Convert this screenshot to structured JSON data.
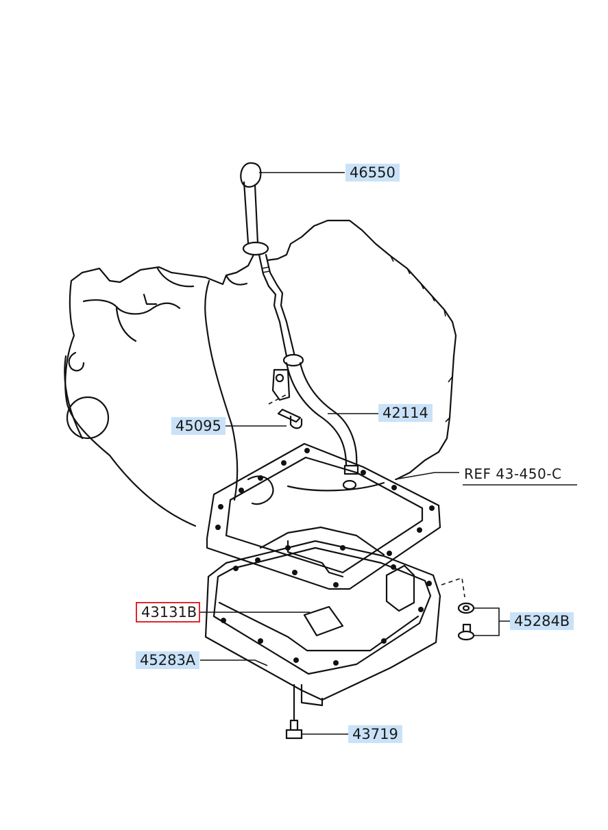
{
  "diagram": {
    "parts": [
      {
        "id": "p46550",
        "number": "46550",
        "highlight": false
      },
      {
        "id": "p42114",
        "number": "42114",
        "highlight": false
      },
      {
        "id": "p45095",
        "number": "45095",
        "highlight": false
      },
      {
        "id": "pref",
        "number": "REF 43-450-C",
        "highlight": false
      },
      {
        "id": "p43131B",
        "number": "43131B",
        "highlight": true
      },
      {
        "id": "p45284B",
        "number": "45284B",
        "highlight": false
      },
      {
        "id": "p45283A",
        "number": "45283A",
        "highlight": false
      },
      {
        "id": "p43719",
        "number": "43719",
        "highlight": false
      }
    ],
    "colors": {
      "label_background": "#c9e2f8",
      "highlight_border": "#e0262c",
      "line": "#111111"
    }
  }
}
